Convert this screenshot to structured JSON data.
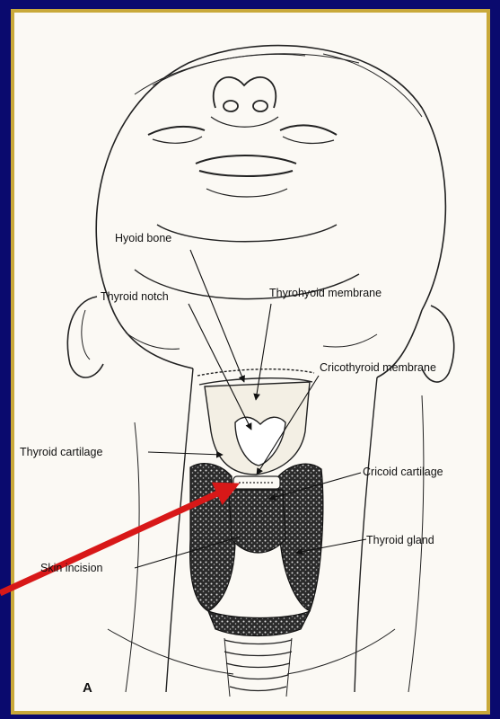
{
  "labels": {
    "hyoid_bone": "Hyoid bone",
    "thyroid_notch": "Thyroid notch",
    "thyrohyoid_membrane": "Thyrohyoid membrane",
    "cricothyroid_membrane": "Cricothyroid membrane",
    "thyroid_cartilage": "Thyroid cartilage",
    "cricoid_cartilage": "Cricoid cartilage",
    "thyroid_gland": "Thyroid gland",
    "skin_incision": "Skin incision",
    "panel_letter": "A"
  },
  "colors": {
    "background": "#0a0a6e",
    "frame_border": "#c9a93a",
    "panel": "#fbf9f4",
    "ink": "#111111",
    "pointer_arrow": "#d81818"
  }
}
